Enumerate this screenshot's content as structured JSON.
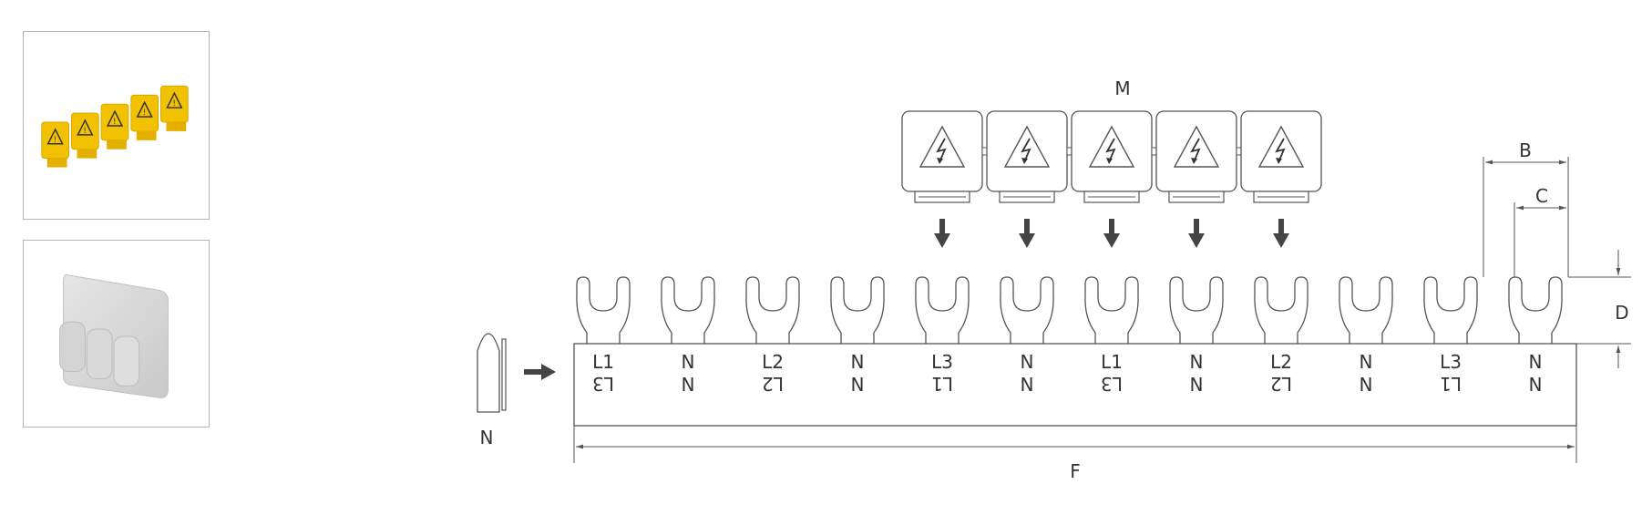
{
  "diagram": {
    "label_m": "M",
    "label_b": "B",
    "label_c": "C",
    "label_d": "D",
    "label_f": "F",
    "end_cap_label": "N",
    "phase_labels": [
      {
        "top": "L1",
        "bottom": "L3"
      },
      {
        "top": "N",
        "bottom": "N"
      },
      {
        "top": "L2",
        "bottom": "L2"
      },
      {
        "top": "N",
        "bottom": "N"
      },
      {
        "top": "L3",
        "bottom": "L1"
      },
      {
        "top": "N",
        "bottom": "N"
      },
      {
        "top": "L1",
        "bottom": "L3"
      },
      {
        "top": "N",
        "bottom": "N"
      },
      {
        "top": "L2",
        "bottom": "L2"
      },
      {
        "top": "N",
        "bottom": "N"
      },
      {
        "top": "L3",
        "bottom": "L1"
      },
      {
        "top": "N",
        "bottom": "N"
      }
    ],
    "cover_count": 5,
    "icon": "high-voltage-warning-icon"
  },
  "colors": {
    "line": "#555555",
    "arrow": "#444444",
    "cover_yellow": "#f2c200",
    "endcap_grey": "#d9d9d9"
  }
}
